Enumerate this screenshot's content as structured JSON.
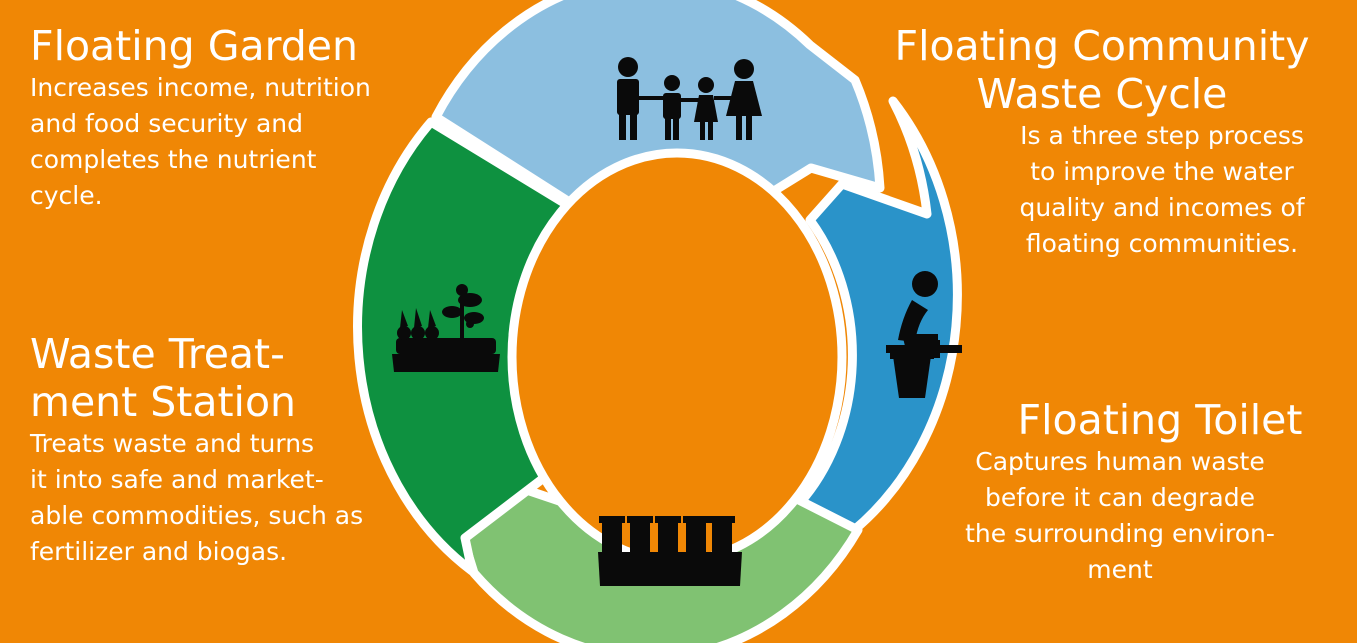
{
  "colors": {
    "background": "#f08705",
    "community": "#8cbfe0",
    "toilet": "#2a93c9",
    "treatment": "#80c272",
    "garden": "#0e9140",
    "ring_outline": "#ffffff",
    "icon": "#0a0a0a"
  },
  "garden": {
    "title": "Floating Garden",
    "body": "Increases income, nutrition\nand food security and\ncompletes the nutrient\ncycle."
  },
  "community": {
    "title": "Floating Community\nWaste Cycle",
    "body": "Is a three step process\nto improve the water\nquality and incomes of\nfloating communities."
  },
  "treatment": {
    "title": "Waste Treat-\nment Station",
    "body": "Treats waste and turns\nit into safe and market-\nable commodities, such as\nfertilizer and biogas."
  },
  "toilet": {
    "title": "Floating Toilet",
    "body": "Captures human waste\nbefore it can degrade\nthe surrounding environ-\nment"
  },
  "icons": {
    "community": "family-icon",
    "toilet": "person-on-bucket-toilet-icon",
    "treatment": "digester-tanks-icon",
    "garden": "floating-garden-plants-icon"
  }
}
